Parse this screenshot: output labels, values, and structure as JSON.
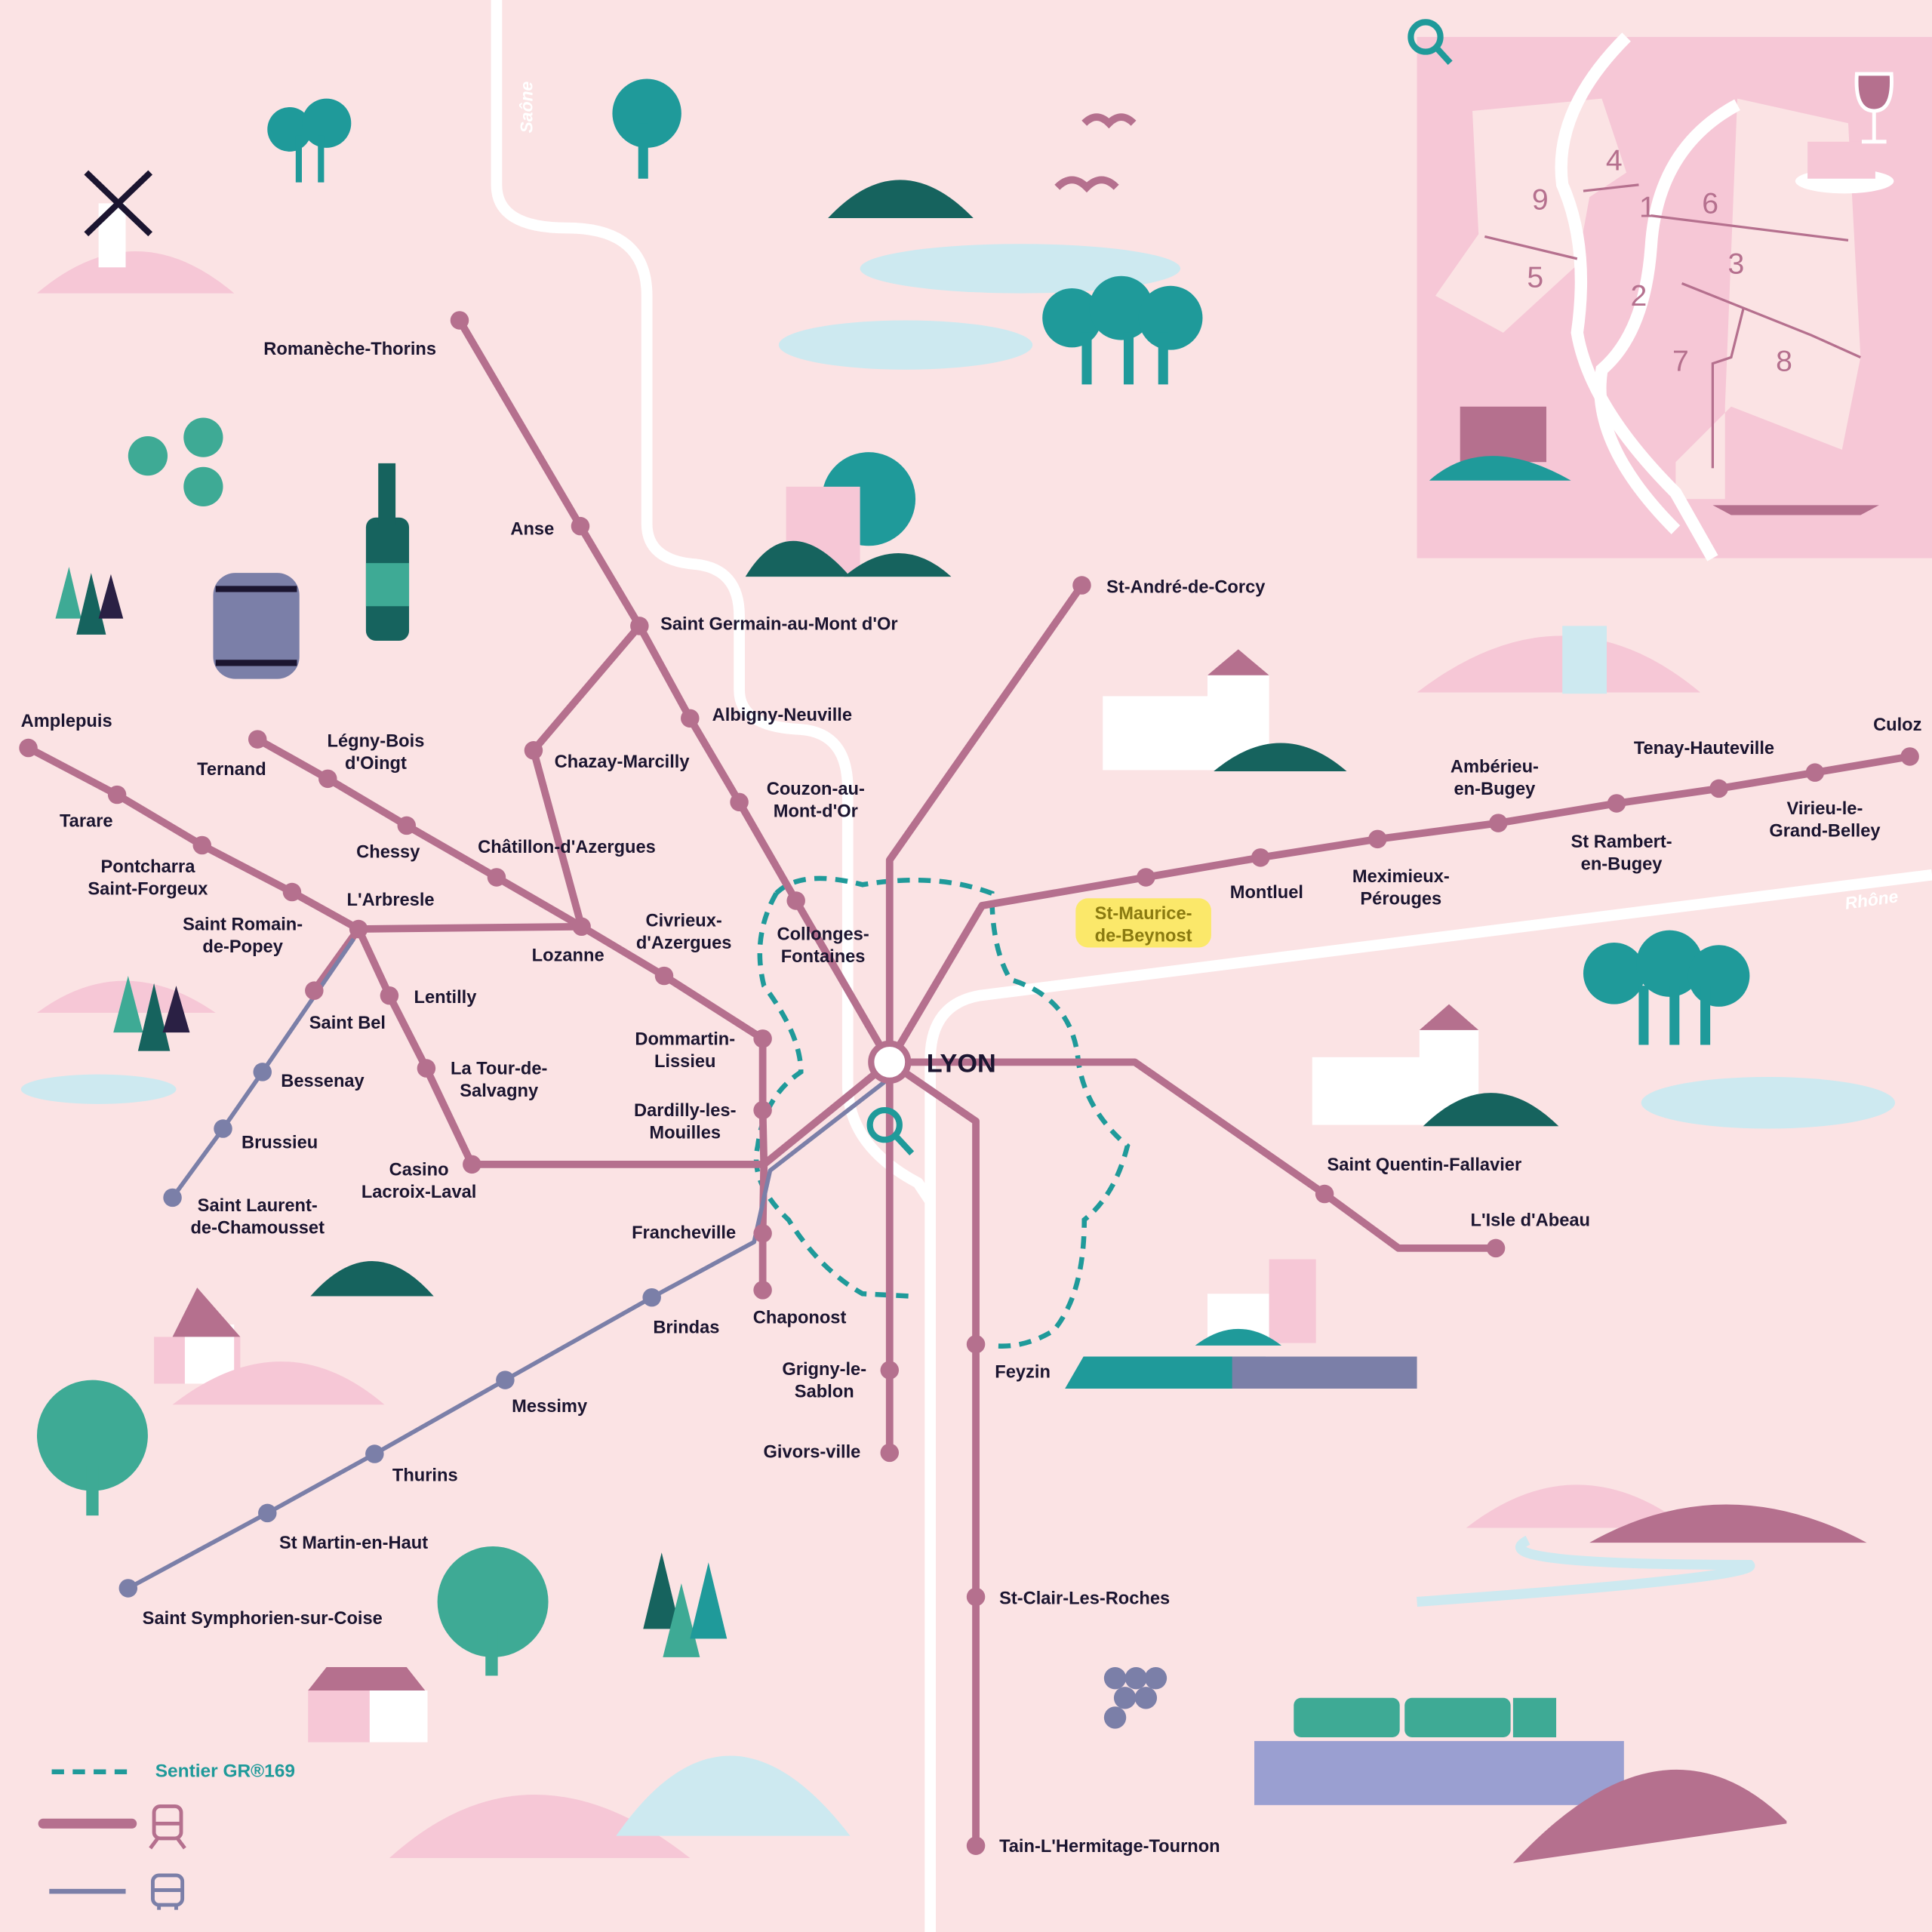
{
  "colors": {
    "background": "#fbe3e4",
    "rail": "#b5708e",
    "bus": "#7b7fa8",
    "trail": "#1f9a9a",
    "river": "#ffffff",
    "highlight": "#fbe86a",
    "inset": "#f6c7d6"
  },
  "hub": {
    "label": "LYON"
  },
  "rivers": {
    "saone": "Saône",
    "rhone": "Rhône"
  },
  "stations": {
    "romaneche": {
      "label": [
        "Romanèche-Thorins"
      ],
      "mode": "rail"
    },
    "anse": {
      "label": [
        "Anse"
      ],
      "mode": "rail"
    },
    "stgermain": {
      "label": [
        "Saint Germain-au-Mont d'Or"
      ],
      "mode": "rail"
    },
    "albigny": {
      "label": [
        "Albigny-Neuville"
      ],
      "mode": "rail"
    },
    "couzon": {
      "label": [
        "Couzon-au-",
        "Mont-d'Or"
      ],
      "mode": "rail"
    },
    "collonges": {
      "label": [
        "Collonges-",
        "Fontaines"
      ],
      "mode": "rail"
    },
    "chazay": {
      "label": [
        "Chazay-Marcilly"
      ],
      "mode": "rail"
    },
    "amplepuis": {
      "label": [
        "Amplepuis"
      ],
      "mode": "rail"
    },
    "tarare": {
      "label": [
        "Tarare"
      ],
      "mode": "rail"
    },
    "pontcharra": {
      "label": [
        "Pontcharra",
        "Saint-Forgeux"
      ],
      "mode": "rail"
    },
    "stromain": {
      "label": [
        "Saint Romain-",
        "de-Popey"
      ],
      "mode": "rail"
    },
    "larbresle": {
      "label": [
        "L'Arbresle"
      ],
      "mode": "rail"
    },
    "ternand": {
      "label": [
        "Ternand"
      ],
      "mode": "rail"
    },
    "legny": {
      "label": [
        "Légny-Bois",
        "d'Oingt"
      ],
      "mode": "rail"
    },
    "chessy": {
      "label": [
        "Chessy"
      ],
      "mode": "rail"
    },
    "chatillon": {
      "label": [
        "Châtillon-d'Azergues"
      ],
      "mode": "rail"
    },
    "lozanne": {
      "label": [
        "Lozanne"
      ],
      "mode": "rail"
    },
    "civrieux": {
      "label": [
        "Civrieux-",
        "d'Azergues"
      ],
      "mode": "rail"
    },
    "dommartin": {
      "label": [
        "Dommartin-",
        "Lissieu"
      ],
      "mode": "rail"
    },
    "dardilly": {
      "label": [
        "Dardilly-les-",
        "Mouilles"
      ],
      "mode": "rail"
    },
    "francheville": {
      "label": [
        "Francheville"
      ],
      "mode": "rail"
    },
    "chaponost": {
      "label": [
        "Chaponost"
      ],
      "mode": "rail"
    },
    "lentilly": {
      "label": [
        "Lentilly"
      ],
      "mode": "rail"
    },
    "latour": {
      "label": [
        "La Tour-de-",
        "Salvagny"
      ],
      "mode": "rail"
    },
    "casino": {
      "label": [
        "Casino",
        "Lacroix-Laval"
      ],
      "mode": "rail"
    },
    "stbel": {
      "label": [
        "Saint Bel"
      ],
      "mode": "rail"
    },
    "bessenay": {
      "label": [
        "Bessenay"
      ],
      "mode": "bus"
    },
    "brussieu": {
      "label": [
        "Brussieu"
      ],
      "mode": "bus"
    },
    "stlaurent": {
      "label": [
        "Saint Laurent-",
        "de-Chamousset"
      ],
      "mode": "bus"
    },
    "brindas": {
      "label": [
        "Brindas"
      ],
      "mode": "bus"
    },
    "messimy": {
      "label": [
        "Messimy"
      ],
      "mode": "bus"
    },
    "thurins": {
      "label": [
        "Thurins"
      ],
      "mode": "bus"
    },
    "stmartin": {
      "label": [
        "St Martin-en-Haut"
      ],
      "mode": "bus"
    },
    "stsymphorien": {
      "label": [
        "Saint Symphorien-sur-Coise"
      ],
      "mode": "bus"
    },
    "grigny": {
      "label": [
        "Grigny-le-",
        "Sablon"
      ],
      "mode": "rail"
    },
    "givors": {
      "label": [
        "Givors-ville"
      ],
      "mode": "rail"
    },
    "feyzin": {
      "label": [
        "Feyzin"
      ],
      "mode": "rail"
    },
    "stclair": {
      "label": [
        "St-Clair-Les-Roches"
      ],
      "mode": "rail"
    },
    "tain": {
      "label": [
        "Tain-L'Hermitage-Tournon"
      ],
      "mode": "rail"
    },
    "standre": {
      "label": [
        "St-André-de-Corcy"
      ],
      "mode": "rail"
    },
    "stmaurice": {
      "label": [
        "St-Maurice-",
        "de-Beynost"
      ],
      "mode": "rail",
      "highlighted": true
    },
    "montluel": {
      "label": [
        "Montluel"
      ],
      "mode": "rail"
    },
    "meximieux": {
      "label": [
        "Meximieux-",
        "Pérouges"
      ],
      "mode": "rail"
    },
    "amberieu": {
      "label": [
        "Ambérieu-",
        "en-Bugey"
      ],
      "mode": "rail"
    },
    "strambert": {
      "label": [
        "St Rambert-",
        "en-Bugey"
      ],
      "mode": "rail"
    },
    "tenay": {
      "label": [
        "Tenay-Hauteville"
      ],
      "mode": "rail"
    },
    "virieu": {
      "label": [
        "Virieu-le-",
        "Grand-Belley"
      ],
      "mode": "rail"
    },
    "culoz": {
      "label": [
        "Culoz"
      ],
      "mode": "rail"
    },
    "stquentin": {
      "label": [
        "Saint Quentin-Fallavier"
      ],
      "mode": "rail"
    },
    "isle": {
      "label": [
        "L'Isle d'Abeau"
      ],
      "mode": "rail"
    }
  },
  "inset": {
    "districts": [
      "1",
      "2",
      "3",
      "4",
      "5",
      "6",
      "7",
      "8",
      "9"
    ]
  },
  "legend": {
    "trail_label": "Sentier GR®169",
    "rail_icon": "train-icon",
    "bus_icon": "bus-icon"
  },
  "icons": [
    "search-icon",
    "search-icon"
  ]
}
